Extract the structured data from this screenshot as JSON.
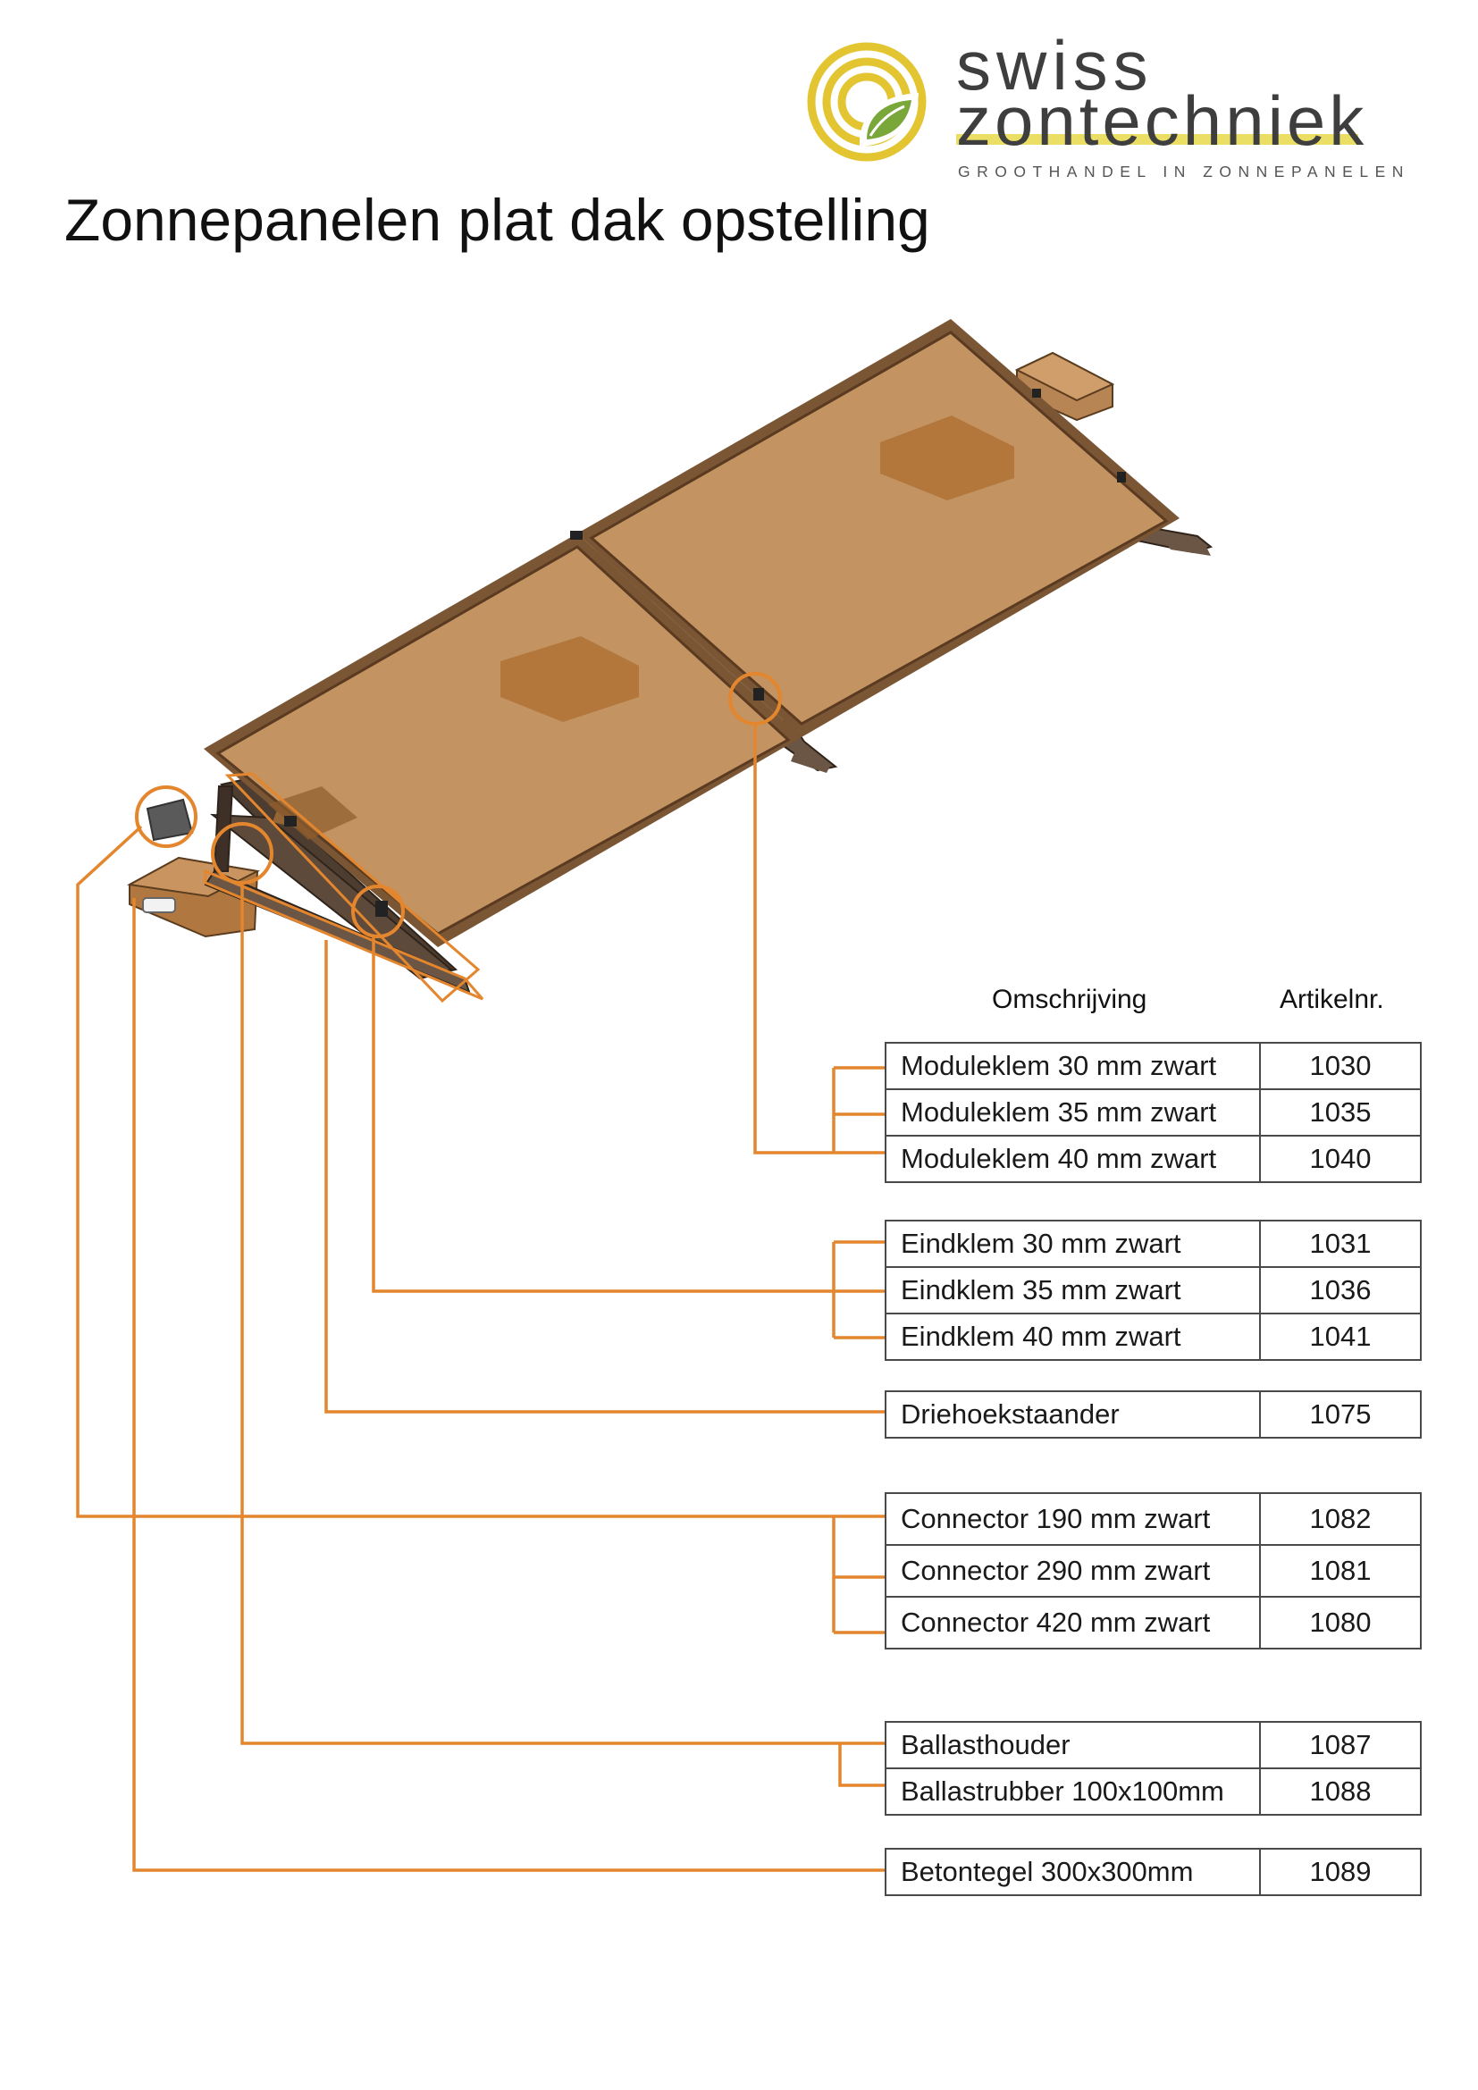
{
  "brand": {
    "line1": "swiss",
    "line2": "zontechniek",
    "tagline": "GROOTHANDEL IN ZONNEPANELEN",
    "icon": "sun-leaf-logo",
    "colors": {
      "gold": "#e2c531",
      "green": "#7aa73a",
      "text": "#3e3e3e"
    }
  },
  "page_title": "Zonnepanelen plat dak opstelling",
  "table_headers": {
    "description": "Omschrijving",
    "article": "Artikelnr."
  },
  "colors": {
    "accent": "#e3862e",
    "panel": "#c8935a",
    "frame": "#7a5634",
    "bracket": "#5a4636"
  },
  "groups": [
    {
      "name": "moduleklem",
      "items": [
        {
          "description": "Moduleklem 30 mm zwart",
          "code": "1030"
        },
        {
          "description": "Moduleklem 35 mm zwart",
          "code": "1035"
        },
        {
          "description": "Moduleklem 40 mm zwart",
          "code": "1040"
        }
      ]
    },
    {
      "name": "eindklem",
      "items": [
        {
          "description": "Eindklem 30 mm zwart",
          "code": "1031"
        },
        {
          "description": "Eindklem 35 mm zwart",
          "code": "1036"
        },
        {
          "description": "Eindklem 40 mm zwart",
          "code": "1041"
        }
      ]
    },
    {
      "name": "driehoekstaander",
      "items": [
        {
          "description": "Driehoekstaander",
          "code": "1075"
        }
      ]
    },
    {
      "name": "connector",
      "items": [
        {
          "description": "Connector 190 mm zwart",
          "code": "1082"
        },
        {
          "description": "Connector 290 mm zwart",
          "code": "1081"
        },
        {
          "description": "Connector 420 mm zwart",
          "code": "1080"
        }
      ]
    },
    {
      "name": "ballast",
      "items": [
        {
          "description": "Ballasthouder",
          "code": "1087"
        },
        {
          "description": "Ballastrubber 100x100mm",
          "code": "1088"
        }
      ]
    },
    {
      "name": "betontegel",
      "items": [
        {
          "description": "Betontegel 300x300mm",
          "code": "1089"
        }
      ]
    }
  ]
}
